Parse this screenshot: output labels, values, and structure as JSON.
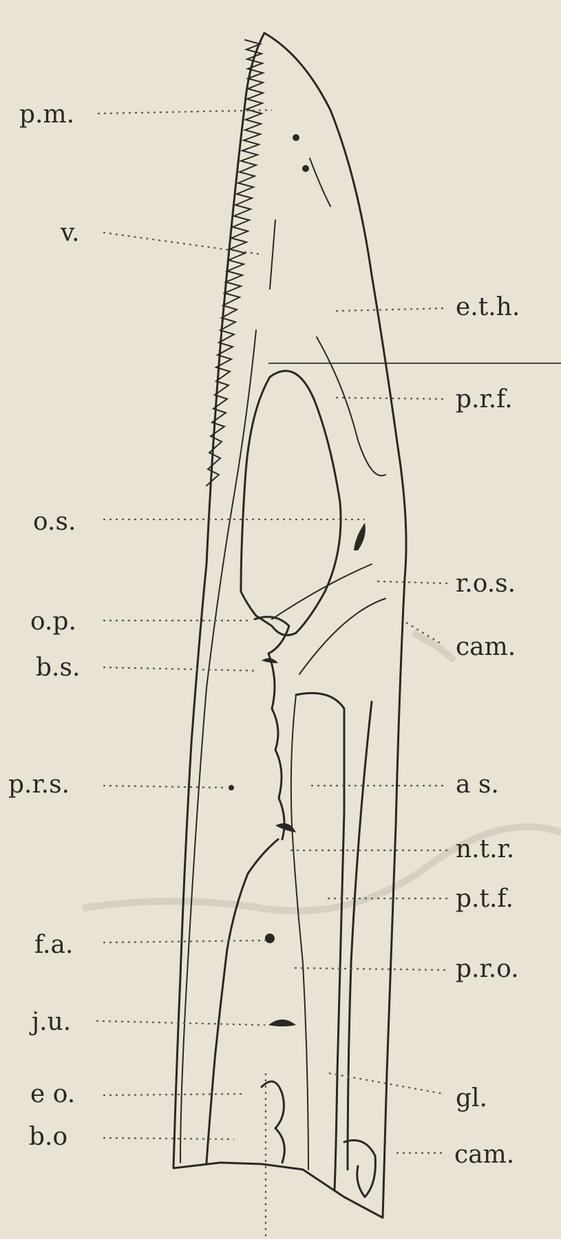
{
  "labels_left": [
    {
      "id": "pm",
      "text": "p.m."
    },
    {
      "id": "v",
      "text": "v."
    },
    {
      "id": "os",
      "text": "o.s."
    },
    {
      "id": "op",
      "text": "o.p."
    },
    {
      "id": "bs",
      "text": "b.s."
    },
    {
      "id": "prs",
      "text": "p.r.s."
    },
    {
      "id": "fa",
      "text": "f.a."
    },
    {
      "id": "ju",
      "text": "j.u."
    },
    {
      "id": "eo",
      "text": "e o."
    },
    {
      "id": "bo",
      "text": "b.o"
    }
  ],
  "labels_right": [
    {
      "id": "eth",
      "text": "e.t.h."
    },
    {
      "id": "prf",
      "text": "p.r.f."
    },
    {
      "id": "ros",
      "text": "r.o.s."
    },
    {
      "id": "cam1",
      "text": "cam."
    },
    {
      "id": "as",
      "text": "a s."
    },
    {
      "id": "ntr",
      "text": "n.t.r."
    },
    {
      "id": "ptf",
      "text": "p.t.f."
    },
    {
      "id": "pro",
      "text": "p.r.o."
    },
    {
      "id": "gl",
      "text": "gl."
    },
    {
      "id": "cam2",
      "text": "cam."
    }
  ]
}
